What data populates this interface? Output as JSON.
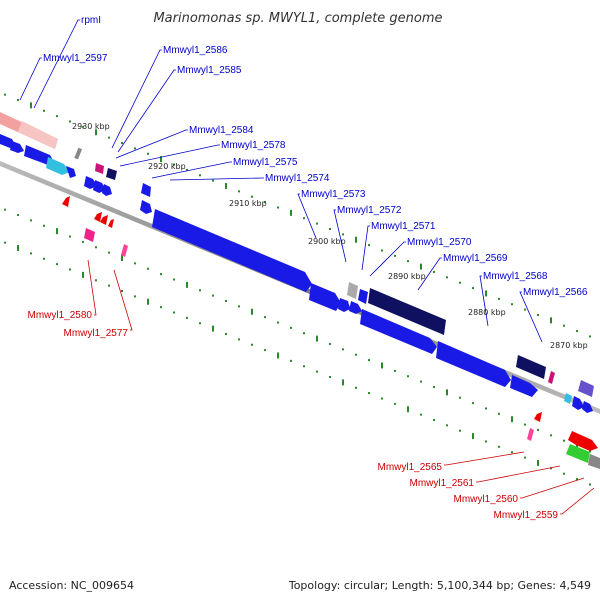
{
  "title": "Marinomonas sp. MWYL1, complete genome",
  "accession": "Accession: NC_009654",
  "topology": "Topology: circular; Length: 5,100,344 bp; Genes: 4,549",
  "colors": {
    "forward_label": "#0000cc",
    "reverse_label": "#cc0000",
    "backbone": "#888888",
    "gc_marks": "#2a8a2a",
    "cds_forward": "#1a1ae6",
    "cds_dark": "#101060",
    "rrna": "#f0a0a0",
    "reverse_red": "#ee0000",
    "reverse_green": "#33cc33"
  },
  "tick_labels": [
    "2930 kbp",
    "2920 kbp",
    "2910 kbp",
    "2900 kbp",
    "2890 kbp",
    "2880 kbp",
    "2870 kbp"
  ],
  "forward_labels": [
    "rpmI",
    "Mmwyl1_2597",
    "Mmwyl1_2586",
    "Mmwyl1_2585",
    "Mmwyl1_2584",
    "Mmwyl1_2578",
    "Mmwyl1_2575",
    "Mmwyl1_2574",
    "Mmwyl1_2573",
    "Mmwyl1_2572",
    "Mmwyl1_2571",
    "Mmwyl1_2570",
    "Mmwyl1_2569",
    "Mmwyl1_2568",
    "Mmwyl1_2566"
  ],
  "reverse_labels": [
    "Mmwyl1_2580",
    "Mmwyl1_2577",
    "Mmwyl1_2565",
    "Mmwyl1_2561",
    "Mmwyl1_2560",
    "Mmwyl1_2559"
  ]
}
